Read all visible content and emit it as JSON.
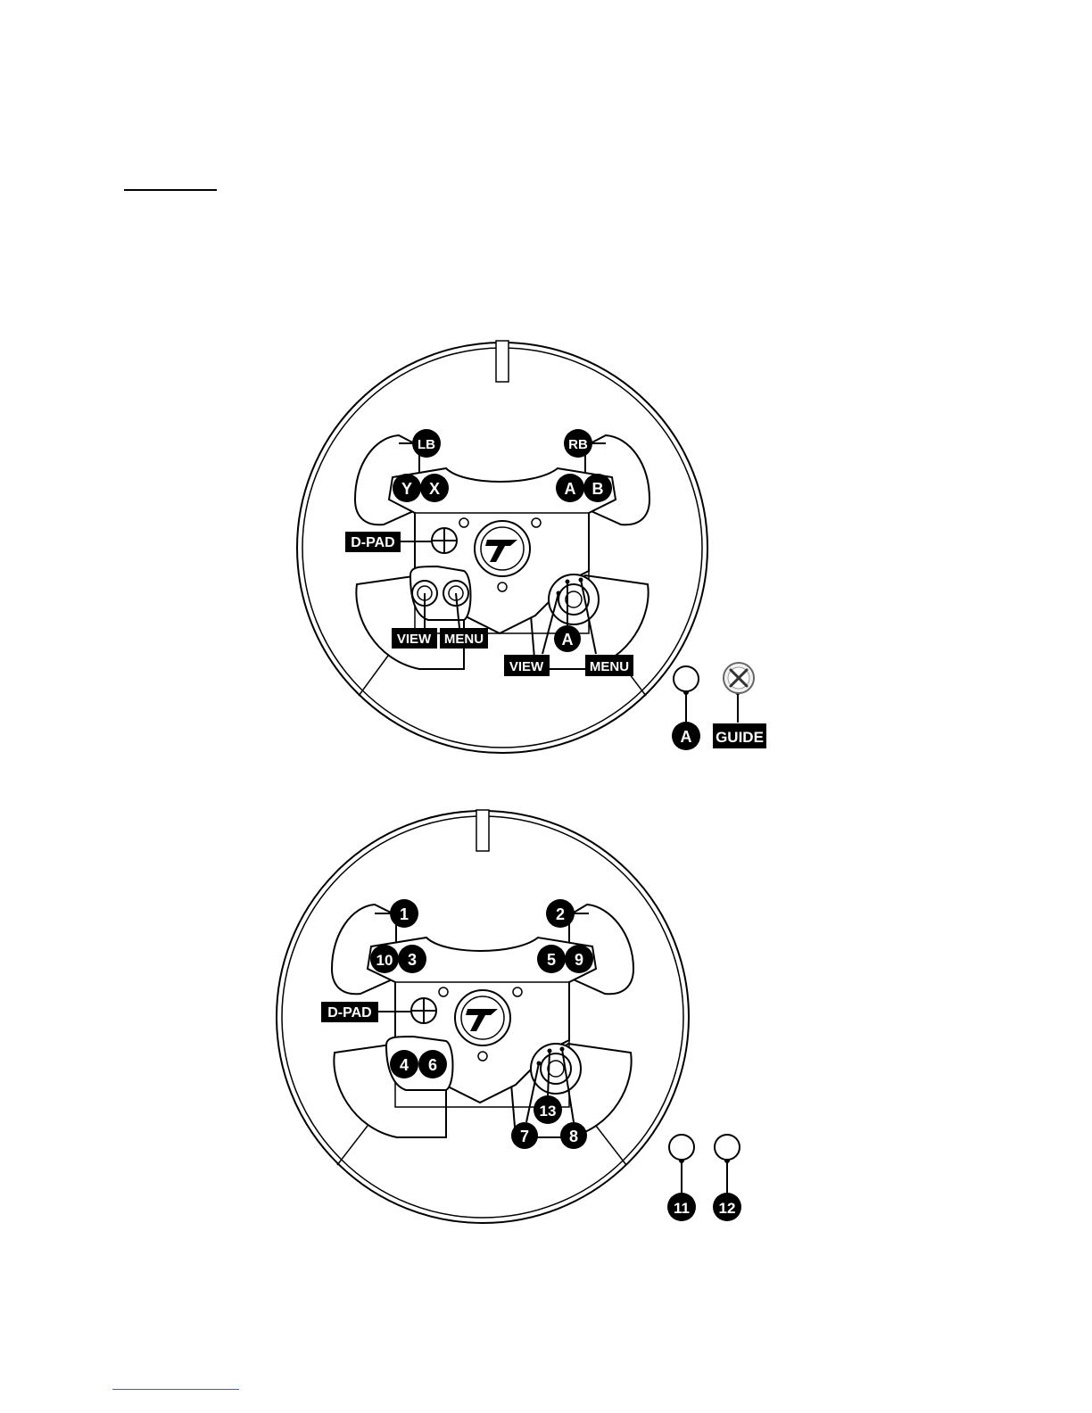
{
  "diagram_top": {
    "labels": {
      "lb": "LB",
      "rb": "RB",
      "y": "Y",
      "x": "X",
      "a": "A",
      "b": "B",
      "dpad": "D-PAD",
      "view_left": "VIEW",
      "menu_left": "MENU",
      "a_center": "A",
      "view_right": "VIEW",
      "menu_right": "MENU",
      "a_base": "A",
      "guide": "GUIDE"
    }
  },
  "diagram_bottom": {
    "labels": {
      "n1": "1",
      "n2": "2",
      "n10": "10",
      "n3": "3",
      "n5": "5",
      "n9": "9",
      "dpad": "D-PAD",
      "n4": "4",
      "n6": "6",
      "n13": "13",
      "n7": "7",
      "n8": "8",
      "n11": "11",
      "n12": "12"
    }
  },
  "colors": {
    "ink": "#000000",
    "paper": "#ffffff",
    "link_rule": "#3b5bdb"
  },
  "icons": {
    "brand_logo": "thrustmaster-logo-icon",
    "guide_button": "xbox-logo-icon"
  }
}
